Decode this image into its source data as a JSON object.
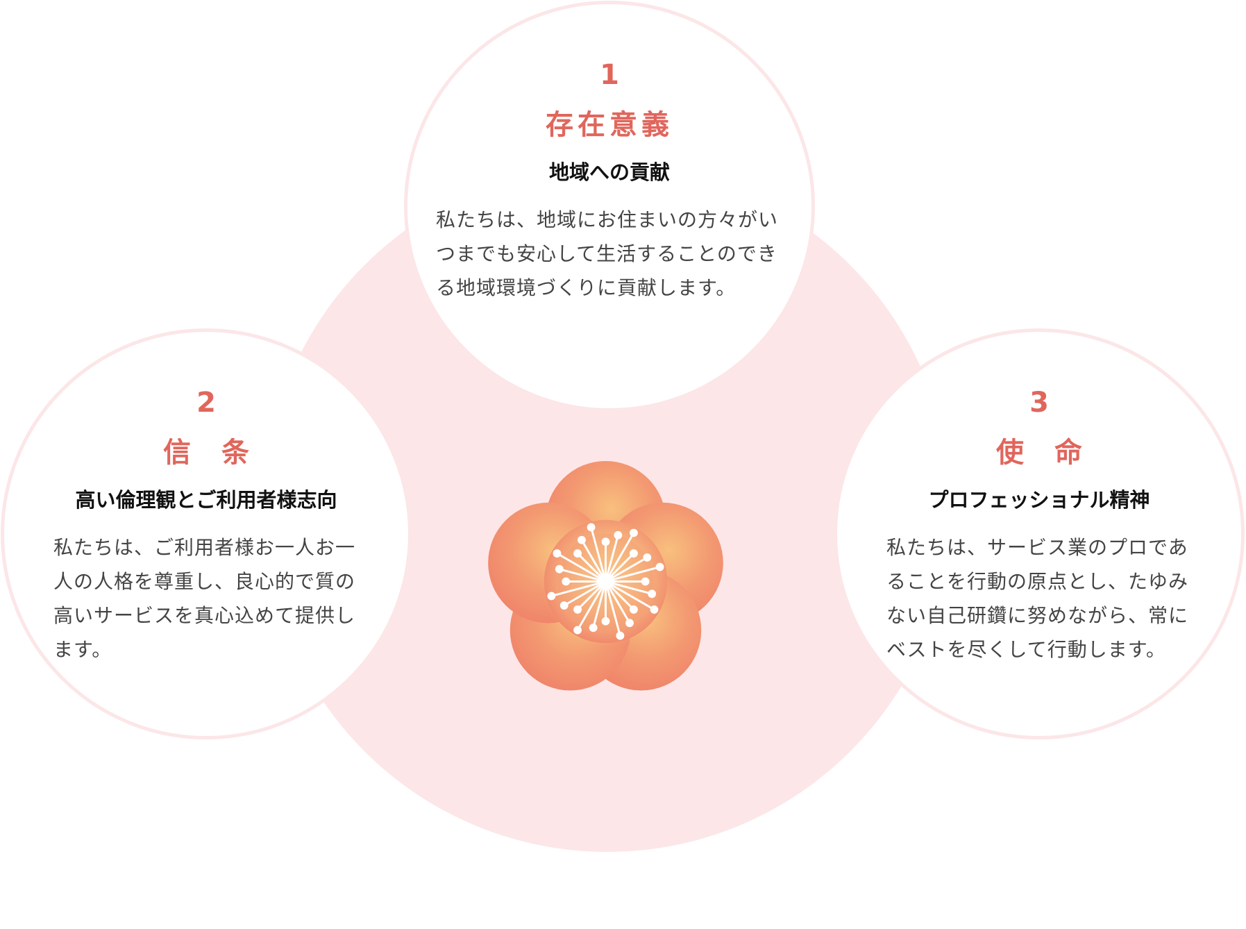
{
  "cards": [
    {
      "number": "1",
      "heading": "存在意義",
      "subtitle": "地域への貢献",
      "body": "私たちは、地域にお住まいの方々がいつまでも安心して生活することのできる地域環境づくりに貢献します。"
    },
    {
      "number": "2",
      "heading": "信条",
      "subtitle": "高い倫理観とご利用者様志向",
      "body": "私たちは、ご利用者様お一人お一人の人格を尊重し、良心的で質の高いサービスを真心込めて提供します。"
    },
    {
      "number": "3",
      "heading": "使命",
      "subtitle": "プロフェッショナル精神",
      "body": "私たちは、サービス業のプロであることを行動の原点とし、たゆみない自己研鑽に努めながら、常にベストを尽くして行動します。"
    }
  ],
  "colors": {
    "accent": "#e0665c",
    "background_circle": "#fde6e8",
    "card_border": "#fce6e7",
    "flower_main": "#f08a6e",
    "flower_light": "#f8c07e"
  },
  "icons": {
    "center": "plum-blossom-icon"
  }
}
